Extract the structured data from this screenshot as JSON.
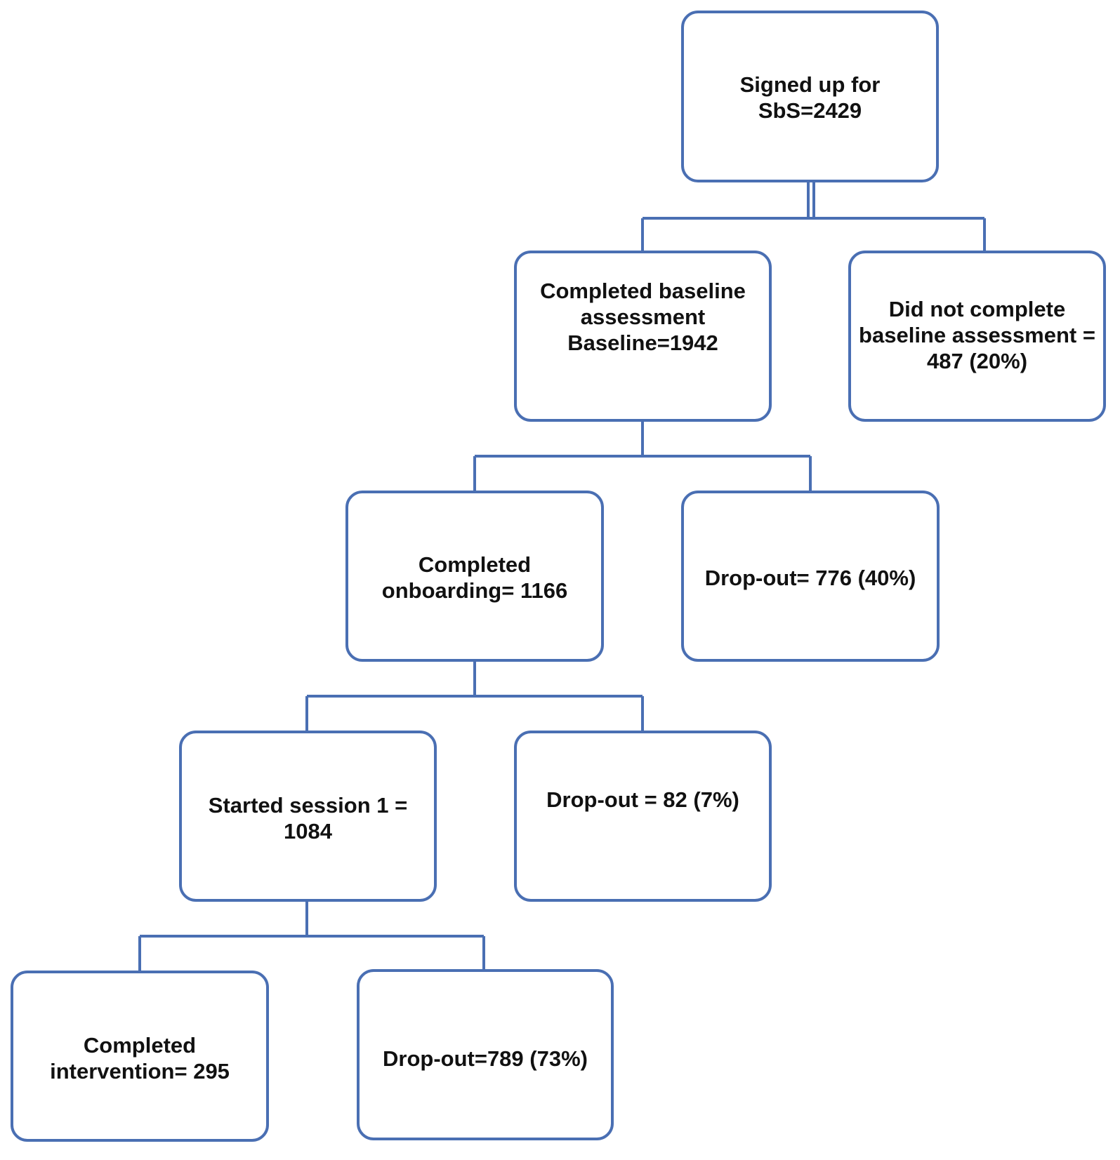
{
  "diagram": {
    "nodes": {
      "signed_up": {
        "text": "Signed up for\nSbS=2429"
      },
      "completed_baseline": {
        "text": "Completed baseline\nassessment\nBaseline=1942"
      },
      "no_baseline": {
        "text": "Did not complete\nbaseline assessment =\n487 (20%)"
      },
      "completed_onboarding": {
        "text": "Completed\nonboarding= 1166"
      },
      "dropout_onboarding": {
        "text": "Drop-out= 776 (40%)"
      },
      "started_session": {
        "text": "Started session 1 =\n1084"
      },
      "dropout_session": {
        "text": "Drop-out = 82 (7%)"
      },
      "completed_intervention": {
        "text": "Completed\nintervention= 295"
      },
      "dropout_intervention": {
        "text": "Drop-out=789 (73%)"
      }
    },
    "edges": [
      {
        "from": "signed_up",
        "to": "completed_baseline"
      },
      {
        "from": "signed_up",
        "to": "no_baseline"
      },
      {
        "from": "completed_baseline",
        "to": "completed_onboarding"
      },
      {
        "from": "completed_baseline",
        "to": "dropout_onboarding"
      },
      {
        "from": "completed_onboarding",
        "to": "started_session"
      },
      {
        "from": "completed_onboarding",
        "to": "dropout_session"
      },
      {
        "from": "started_session",
        "to": "completed_intervention"
      },
      {
        "from": "started_session",
        "to": "dropout_intervention"
      }
    ],
    "colors": {
      "border": "#4a6fb3",
      "text": "#111111",
      "background": "#ffffff"
    }
  }
}
